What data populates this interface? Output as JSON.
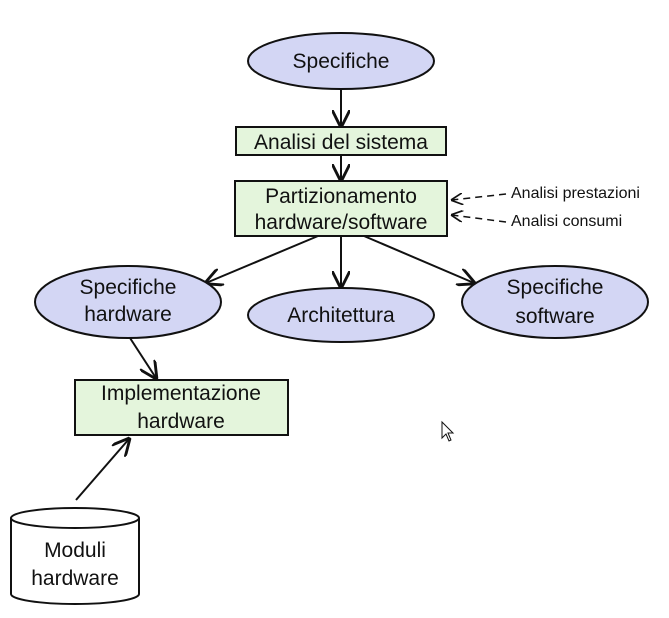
{
  "nodes": {
    "specifiche": "Specifiche",
    "analisi_sistema": "Analisi del sistema",
    "partizionamento": [
      "Partizionamento",
      "hardware/software"
    ],
    "specifiche_hw": [
      "Specifiche",
      "hardware"
    ],
    "architettura": "Architettura",
    "specifiche_sw": [
      "Specifiche",
      "software"
    ],
    "implementazione_hw": [
      "Implementazione",
      "hardware"
    ],
    "moduli_hw": [
      "Moduli",
      "hardware"
    ]
  },
  "side_notes": {
    "prestazioni": "Analisi prestazioni",
    "consumi": "Analisi consumi"
  },
  "colors": {
    "ellipse_fill": "#d3d6f4",
    "box_fill": "#e4f5dc",
    "stroke": "#111111"
  }
}
